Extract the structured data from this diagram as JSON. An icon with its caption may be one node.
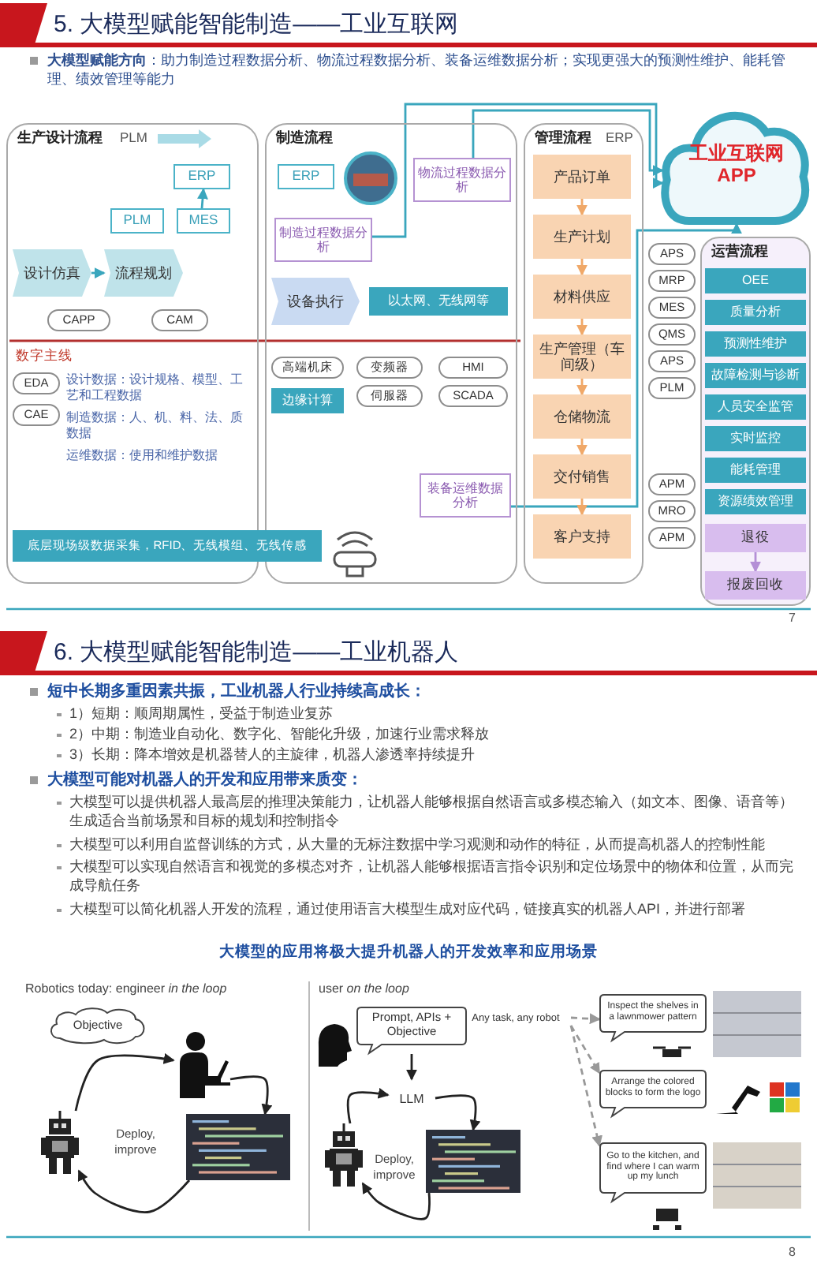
{
  "diagram": {
    "nodes": [
      {
        "text": [
          "生产设计流程"
        ]
      },
      {
        "text": [
          "ERP"
        ],
        "in": 0
      },
      {
        "text": [
          "PLM"
        ],
        "in": 0
      },
      {
        "text": [
          "MES"
        ],
        "in": 0
      },
      {
        "text": [
          "设计仿真"
        ],
        "in": 0
      },
      {
        "text": [
          "流程规划"
        ],
        "in": 0
      },
      {
        "text": [
          "CAPP"
        ],
        "in": 0
      },
      {
        "text": [
          "CAM"
        ],
        "in": 0
      },
      {
        "text": [
          "EDA"
        ],
        "in": 0
      },
      {
        "text": [
          "CAE"
        ],
        "in": 0
      },
      {
        "text": [
          "制造流程"
        ]
      },
      {
        "text": [
          "ERP"
        ],
        "in": 10
      },
      {
        "text": [
          "物流过程数据分析"
        ],
        "in": 10
      },
      {
        "text": [
          "制造过程数据分析"
        ],
        "in": 10
      },
      {
        "text": [
          "设备执行"
        ],
        "in": 10
      },
      {
        "text": [
          "以太网、无线网等"
        ],
        "in": 10
      },
      {
        "text": [
          "高端机床"
        ],
        "in": 10
      },
      {
        "text": [
          "变频器"
        ],
        "in": 10
      },
      {
        "text": [
          "伺服器"
        ],
        "in": 10
      },
      {
        "text": [
          "HMI"
        ],
        "in": 10
      },
      {
        "text": [
          "SCADA"
        ],
        "in": 10
      },
      {
        "text": [
          "边缘计算"
        ],
        "in": 10
      },
      {
        "text": [
          "装备运维数据分析"
        ],
        "in": 10
      },
      {
        "text": [
          "底层现场级数据采集，RFID、无线模组、无线传感"
        ]
      },
      {
        "text": [
          "管理流程"
        ]
      },
      {
        "text": [
          "产品订单"
        ],
        "in": 24
      },
      {
        "text": [
          "生产计划"
        ],
        "in": 24
      },
      {
        "text": [
          "材料供应"
        ],
        "in": 24
      },
      {
        "text": [
          "生产管理（车间级）"
        ],
        "in": 24
      },
      {
        "text": [
          "仓储物流"
        ],
        "in": 24
      },
      {
        "text": [
          "交付销售"
        ],
        "in": 24
      },
      {
        "text": [
          "客户支持"
        ],
        "in": 24
      },
      {
        "text": [
          "工业互联网 APP"
        ]
      },
      {
        "text": [
          "APS"
        ]
      },
      {
        "text": [
          "MRP"
        ]
      },
      {
        "text": [
          "MES"
        ]
      },
      {
        "text": [
          "QMS"
        ]
      },
      {
        "text": [
          "APS"
        ]
      },
      {
        "text": [
          "PLM"
        ]
      },
      {
        "text": [
          "APM"
        ]
      },
      {
        "text": [
          "MRO"
        ]
      },
      {
        "text": [
          "APM"
        ]
      },
      {
        "text": [
          "运营流程"
        ]
      },
      {
        "text": [
          "OEE"
        ],
        "in": 42
      },
      {
        "text": [
          "质量分析"
        ],
        "in": 42
      },
      {
        "text": [
          "预测性维护"
        ],
        "in": 42
      },
      {
        "text": [
          "故障检测与诊断"
        ],
        "in": 42
      },
      {
        "text": [
          "人员安全监管"
        ],
        "in": 42
      },
      {
        "text": [
          "实时监控"
        ],
        "in": 42
      },
      {
        "text": [
          "能耗管理"
        ],
        "in": 42
      },
      {
        "text": [
          "资源绩效管理"
        ],
        "in": 42
      },
      {
        "text": [
          "退役"
        ],
        "in": 42
      },
      {
        "text": [
          "报废回收"
        ],
        "in": 42
      },
      {
        "text": [
          "Objective"
        ]
      },
      {
        "text": [],
        "shape": "person"
      },
      {
        "text": [],
        "shape": "picture"
      },
      {
        "text": [],
        "shape": "picture"
      },
      {
        "text": [
          "Prompt, APIs + Objective"
        ]
      },
      {
        "text": [
          "LLM"
        ]
      },
      {
        "text": [],
        "shape": "picture"
      },
      {
        "text": [],
        "shape": "picture"
      },
      {
        "text": [
          "Any task, any robot"
        ]
      },
      {
        "text": [
          "Inspect the shelves in a lawnmower pattern"
        ]
      },
      {
        "text": [
          "Arrange the colored blocks to form the logo"
        ]
      },
      {
        "text": [
          "Go to the kitchen, and find where I can warm up my lunch"
        ]
      }
    ],
    "edges": [
      {
        "from": 4,
        "to": 5,
        "arrow": "to",
        "color": "#3aa6bd"
      },
      {
        "from": 3,
        "to": 1,
        "arrow": "to",
        "color": "#3aa6bd"
      },
      {
        "from": 12,
        "to": 32,
        "arrow": "to",
        "color": "#3aa6bd"
      },
      {
        "from": 13,
        "to": 32,
        "arrow": "to",
        "color": "#3aa6bd"
      },
      {
        "from": 22,
        "to": 32,
        "arrow": "to",
        "color": "#3aa6bd"
      },
      {
        "from": 25,
        "to": 26,
        "arrow": "to",
        "color": "#f0a868"
      },
      {
        "from": 26,
        "to": 27,
        "arrow": "to",
        "color": "#f0a868"
      },
      {
        "from": 27,
        "to": 28,
        "arrow": "to",
        "color": "#f0a868"
      },
      {
        "from": 28,
        "to": 29,
        "arrow": "to",
        "color": "#f0a868"
      },
      {
        "from": 29,
        "to": 30,
        "arrow": "to",
        "color": "#f0a868"
      },
      {
        "from": 30,
        "to": 31,
        "arrow": "to",
        "color": "#f0a868"
      },
      {
        "from": 51,
        "to": 52,
        "arrow": "to",
        "color": "#b48fd6"
      },
      {
        "from": 55,
        "to": 54,
        "arrow": "to",
        "color": "#222222"
      },
      {
        "from": 54,
        "to": 56,
        "arrow": "to",
        "color": "#222222"
      },
      {
        "from": 56,
        "to": 55,
        "arrow": "to",
        "color": "#222222"
      },
      {
        "from": 59,
        "to": 58,
        "arrow": "to",
        "color": "#222222"
      },
      {
        "from": 58,
        "to": 60,
        "arrow": "to",
        "color": "#222222"
      },
      {
        "from": 60,
        "to": 59,
        "arrow": "to",
        "color": "#222222"
      },
      {
        "from": 57,
        "to": 58,
        "arrow": "to",
        "color": "#222222"
      },
      {
        "from": 61,
        "to": 62,
        "arrow": "to",
        "style": "dashed",
        "color": "#999999"
      },
      {
        "from": 61,
        "to": 63,
        "arrow": "to",
        "style": "dashed",
        "color": "#999999"
      },
      {
        "from": 61,
        "to": 64,
        "arrow": "to",
        "style": "dashed",
        "color": "#999999"
      }
    ],
    "labels": [
      "5. 大模型赋能智能制造——工业互联网",
      "**大模型赋能方向**：助力制造过程数据分析、物流过程数据分析、装备运维数据分析；实现更强大的预测性维护、能耗管理、绩效管理等能力",
      "PLM",
      "ERP",
      "数字主线",
      "设计数据：设计规格、模型、工艺和工程数据",
      "制造数据：人、机、料、法、质数据",
      "运维数据：使用和维护数据",
      "7",
      "6. 大模型赋能智能制造——工业机器人",
      "短中长期多重因素共振，工业机器人行业持续高成长：",
      "1）短期：顺周期属性，受益于制造业复苏",
      "2）中期：制造业自动化、数字化、智能化升级，加速行业需求释放",
      "3）长期：降本增效是机器替人的主旋律，机器人渗透率持续提升",
      "大模型可能对机器人的开发和应用带来质变：",
      "大模型可以提供机器人最高层的推理决策能力，让机器人能够根据自然语言或多模态输入（如文本、图像、语音等）生成适合当前场景和目标的规划和控制指令",
      "大模型可以利用自监督训练的方式，从大量的无标注数据中学习观测和动作的特征，从而提高机器人的控制性能",
      "大模型可以实现自然语言和视觉的多模态对齐，让机器人能够根据语言指令识别和定位场景中的物体和位置，从而完成导航任务",
      "大模型可以简化机器人开发的流程，通过使用语言大模型生成对应代码，链接真实的机器人API，并进行部署",
      "大模型的应用将极大提升机器人的开发效率和应用场景",
      "Robotics today: engineer *in the loop*",
      "Deploy, improve",
      "user *on the loop*",
      "Deploy, improve",
      "8"
    ]
  }
}
